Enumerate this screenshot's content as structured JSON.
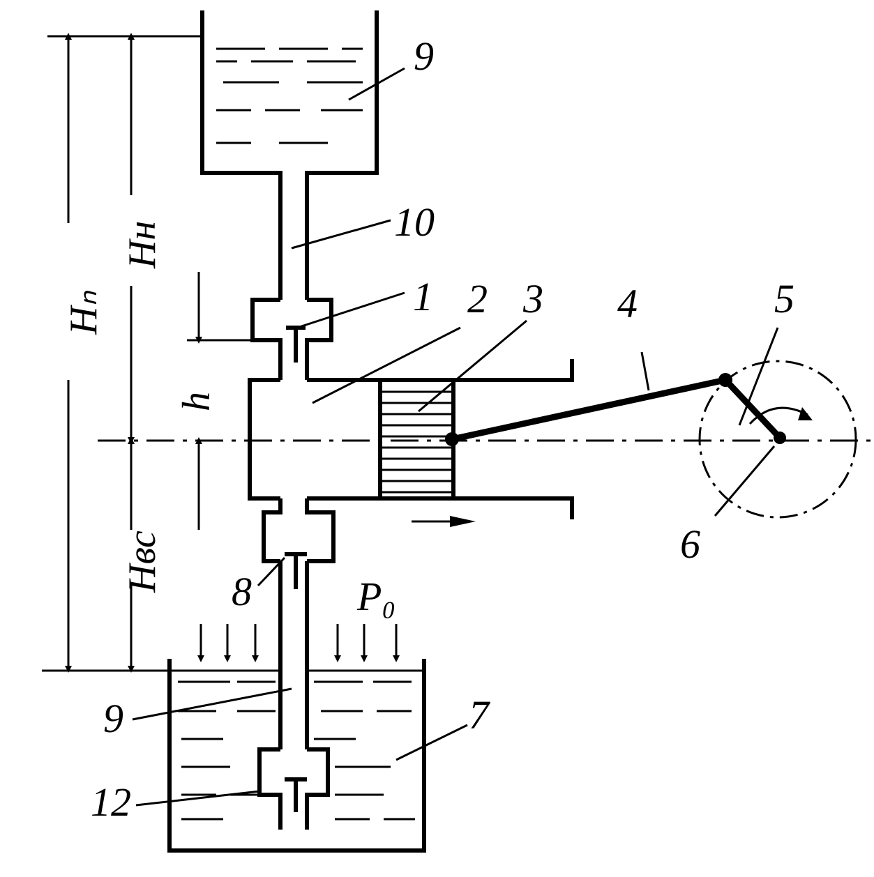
{
  "diagram": {
    "labels": {
      "reservoir_upper": "9",
      "pipe_discharge": "10",
      "valve_discharge": "1",
      "chamber": "2",
      "piston": "3",
      "rod": "4",
      "crank": "5",
      "crank_center": "6",
      "valve_suction": "8",
      "atm_pressure": "P₀",
      "pipe_suction": "9",
      "reservoir_lower": "7",
      "foot_valve": "12"
    },
    "dimensions": {
      "total_head": "Hₙ",
      "discharge_head": "Hн",
      "valve_offset": "h",
      "suction_head": "Hвс"
    },
    "colors": {
      "ink": "#000000",
      "paper": "#ffffff"
    }
  }
}
